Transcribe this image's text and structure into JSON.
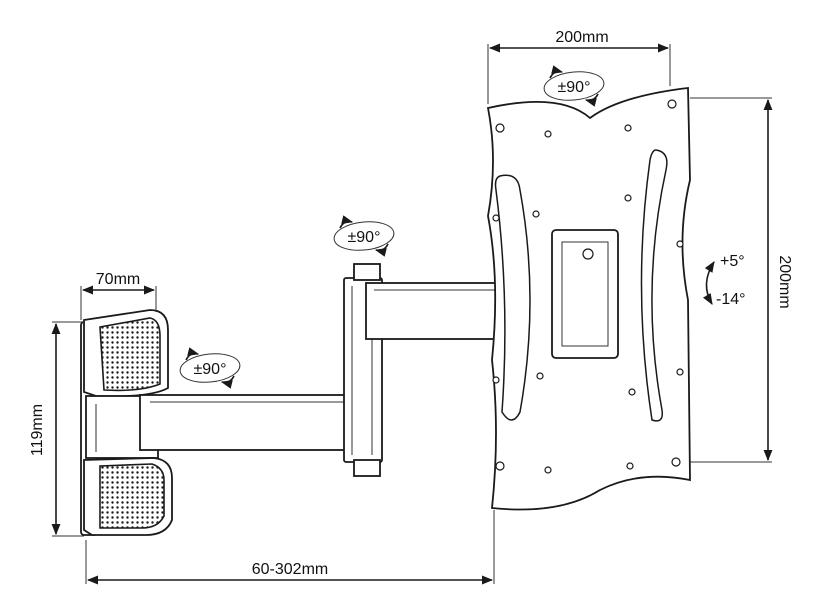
{
  "dimensions": {
    "plate_width": "200mm",
    "plate_height": "200mm",
    "wall_plate_width": "70mm",
    "wall_plate_height": "119mm",
    "arm_extension": "60-302mm"
  },
  "rotations": {
    "plate_swivel": "±90°",
    "arm_joint": "±90°",
    "wall_joint": "±90°",
    "tilt_up": "+5°",
    "tilt_down": "-14°"
  }
}
